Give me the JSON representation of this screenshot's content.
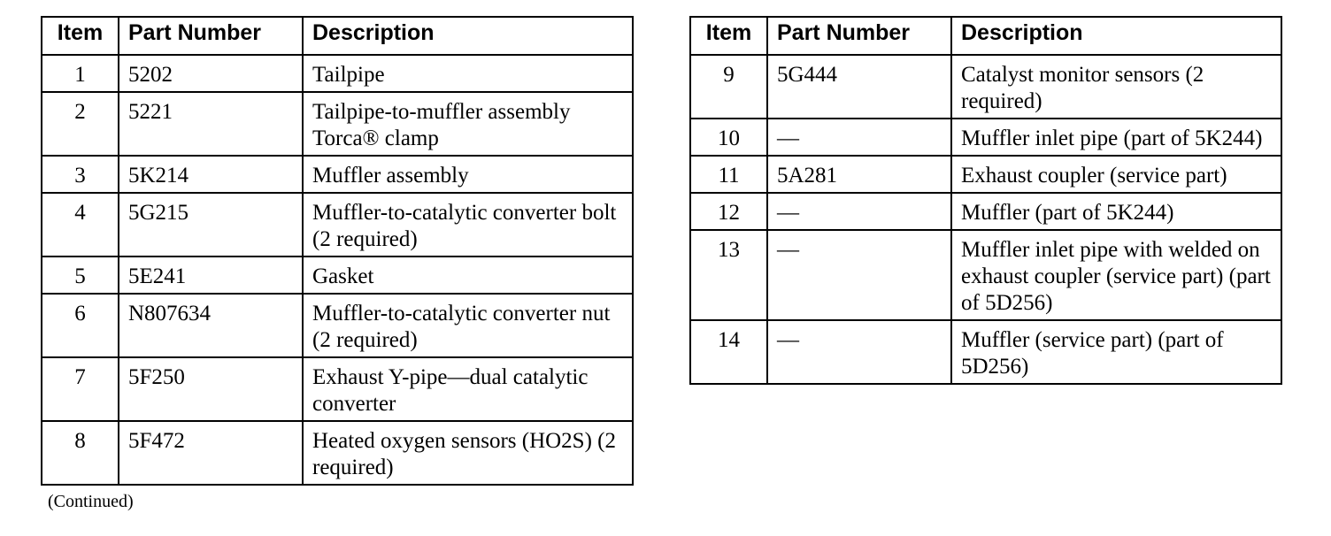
{
  "headers": {
    "item": "Item",
    "part_number": "Part Number",
    "description": "Description"
  },
  "left_rows": [
    {
      "item": "1",
      "part": "5202",
      "desc": "Tailpipe"
    },
    {
      "item": "2",
      "part": "5221",
      "desc": "Tailpipe-to-muffler assembly Torca® clamp"
    },
    {
      "item": "3",
      "part": "5K214",
      "desc": "Muffler assembly"
    },
    {
      "item": "4",
      "part": "5G215",
      "desc": "Muffler-to-catalytic converter bolt (2 required)"
    },
    {
      "item": "5",
      "part": "5E241",
      "desc": "Gasket"
    },
    {
      "item": "6",
      "part": "N807634",
      "desc": "Muffler-to-catalytic converter nut (2 required)"
    },
    {
      "item": "7",
      "part": "5F250",
      "desc": "Exhaust Y-pipe—dual catalytic converter"
    },
    {
      "item": "8",
      "part": "5F472",
      "desc": "Heated oxygen sensors (HO2S) (2 required)"
    }
  ],
  "right_rows": [
    {
      "item": "9",
      "part": "5G444",
      "desc": "Catalyst monitor sensors (2 required)"
    },
    {
      "item": "10",
      "part": "—",
      "desc": "Muffler inlet pipe (part of 5K244)"
    },
    {
      "item": "11",
      "part": "5A281",
      "desc": "Exhaust coupler (service part)"
    },
    {
      "item": "12",
      "part": "—",
      "desc": "Muffler (part of 5K244)"
    },
    {
      "item": "13",
      "part": "—",
      "desc": "Muffler inlet pipe with welded on exhaust coupler (service part) (part of 5D256)"
    },
    {
      "item": "14",
      "part": "—",
      "desc": "Muffler (service part) (part of 5D256)"
    }
  ],
  "footnote": "(Continued)"
}
